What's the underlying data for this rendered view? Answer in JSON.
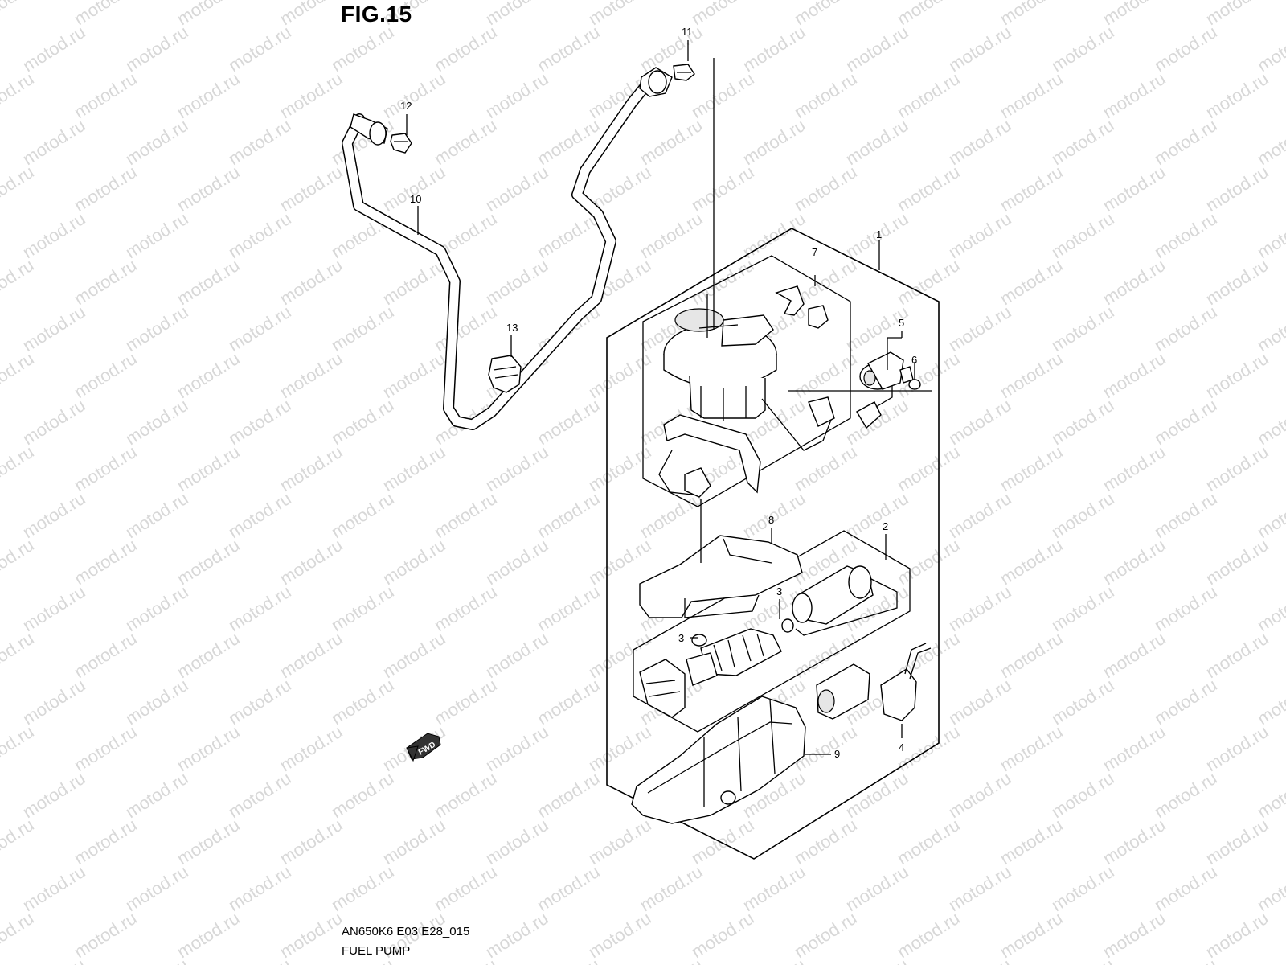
{
  "figure": {
    "title": "FIG.15",
    "code": "AN650K6 E03 E28_015",
    "caption": "FUEL PUMP"
  },
  "watermark": {
    "text": "motod.ru",
    "color": "#d8d8d8"
  },
  "direction_badge": "FWD",
  "callouts": {
    "n1": "1",
    "n2": "2",
    "n3a": "3",
    "n3b": "3",
    "n4": "4",
    "n5": "5",
    "n6": "6",
    "n7": "7",
    "n8": "8",
    "n9": "9",
    "n10": "10",
    "n11": "11",
    "n12": "12",
    "n13": "13"
  }
}
